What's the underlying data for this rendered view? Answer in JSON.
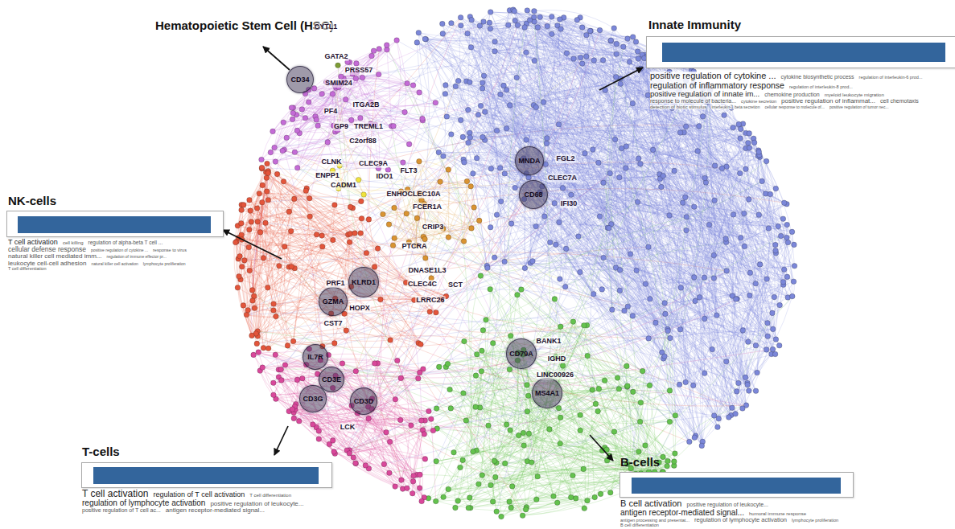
{
  "diagram": {
    "nodes": [
      {
        "text": [
          "Innate Immunity"
        ]
      },
      {
        "text": [
          "CD34"
        ]
      },
      {
        "text": [
          "MNDA"
        ]
      },
      {
        "text": [
          "CD68"
        ]
      },
      {
        "text": [
          "NK-cells"
        ]
      },
      {
        "text": [
          "KLRD1"
        ]
      },
      {
        "text": [
          "GZMA"
        ]
      },
      {
        "text": [
          "IL7R"
        ]
      },
      {
        "text": [
          "CD79A"
        ]
      },
      {
        "text": [
          "CD3E"
        ]
      },
      {
        "text": [
          "MS4A1"
        ]
      },
      {
        "text": [
          "CD3G"
        ]
      },
      {
        "text": [
          "CD3D"
        ]
      },
      {
        "text": [
          "T-cells"
        ]
      },
      {
        "text": [
          "B-cells"
        ]
      }
    ],
    "labels": [
      "Hematopoietic Stem Cell (HSC)",
      "CYTL1",
      "GATA2",
      "PRSS57",
      "SMIM24",
      "ITGA2B",
      "PF4",
      "GP9",
      "TREML1",
      "C2orf88",
      "CLNK",
      "CLEC9A",
      "ENPP1",
      "IDO1",
      "CADM1",
      "FLT3",
      "ENHOCLEC10A",
      "FCER1A",
      "CRIP3",
      "PTCRA",
      "DNASE1L3",
      "CLEC4C",
      "SCT",
      "LRRC26",
      "PRF1",
      "HOPX",
      "CST7",
      "LCK",
      "FGL2",
      "CLEC7A",
      "IFI30",
      "BANK1",
      "IGHD",
      "LINC00926",
      "positive regulation of cytokine ...",
      "cytokine biosynthetic process",
      "regulation of interleukin-6 prod...",
      "regulation of inflammatory response",
      "regulation of interleukin-8 prod...",
      "positive regulation of innate im...",
      "chemokine production",
      "myeloid leukocyte migration",
      "response to molecule of bacteria...",
      "cytokine secretion",
      "positive regulation of inflammat...",
      "cell chemotaxis",
      "detection of biotic stimulus",
      "interleukin-1 beta secretion",
      "cellular response to molecule of...",
      "positive regulation of tumor nec...",
      "T cell activation",
      "cell killing",
      "regulation of alpha-beta T cell ...",
      "cellular defense response",
      "positive regulation of cytokine ...",
      "response to virus",
      "natural killer cell mediated imm...",
      "regulation of immune effector pr...",
      "leukocyte cell-cell adhesion",
      "natural killer cell activation",
      "lymphocyte proliferation",
      "T cell differentiation",
      "T cell activation",
      "regulation of T cell activation",
      "T cell differentiation",
      "regulation of lymphocyte activation",
      "positive regulation of leukocyte...",
      "positive regulation of T cell ac...",
      "antigen receptor-mediated signal...",
      "B cell activation",
      "positive regulation of leukocyte...",
      "antigen receptor-mediated signal...",
      "humoral immune response",
      "antigen processing and presentat...",
      "regulation of lymphocyte activation",
      "lymphocyte proliferation",
      "B cell differentiation"
    ]
  }
}
